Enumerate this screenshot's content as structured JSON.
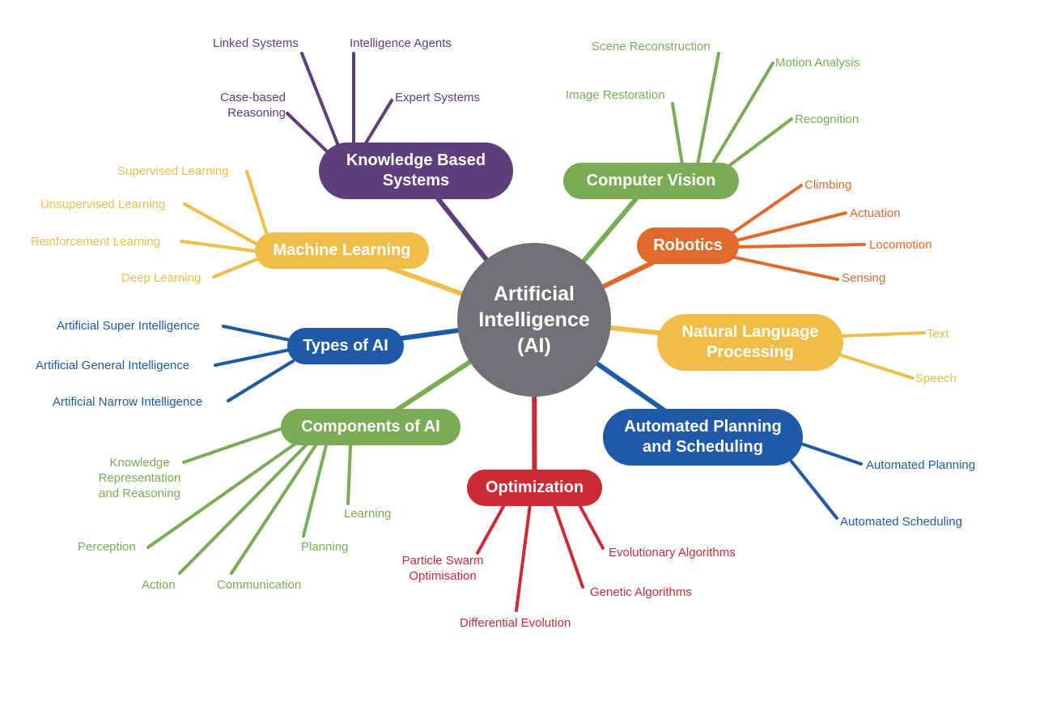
{
  "colors": {
    "center": "#707174",
    "kbs": "#5e3f7b",
    "vision": "#79ac55",
    "robotics": "#e06a2c",
    "nlp": "#f0bd49",
    "planning": "#1f5aa8",
    "optimization": "#cc2b36",
    "components": "#79ac55",
    "types": "#1f5aa8",
    "ml": "#f0bd49"
  },
  "center": {
    "title": "Artificial\nIntelligence\n(AI)"
  },
  "branches": {
    "kbs": {
      "title": "Knowledge Based\nSystems",
      "leaves": [
        "Linked Systems",
        "Intelligence Agents",
        "Case-based\nReasoning",
        "Expert Systems"
      ]
    },
    "vision": {
      "title": "Computer Vision",
      "leaves": [
        "Scene Reconstruction",
        "Motion Analysis",
        "Image Restoration",
        "Recognition"
      ]
    },
    "robotics": {
      "title": "Robotics",
      "leaves": [
        "Climbing",
        "Actuation",
        "Locomotion",
        "Sensing"
      ]
    },
    "nlp": {
      "title": "Natural Language\nProcessing",
      "leaves": [
        "Text",
        "Speech"
      ]
    },
    "planning": {
      "title": "Automated Planning\nand Scheduling",
      "leaves": [
        "Automated Planning",
        "Automated Scheduling"
      ]
    },
    "optimization": {
      "title": "Optimization",
      "leaves": [
        "Particle Swarm\nOptimisation",
        "Differential Evolution",
        "Genetic Algorithms",
        "Evolutionary Algorithms"
      ]
    },
    "components": {
      "title": "Components of AI",
      "leaves": [
        "Knowledge\nRepresentation\nand Reasoning",
        "Perception",
        "Action",
        "Communication",
        "Planning",
        "Learning"
      ]
    },
    "types": {
      "title": "Types of AI",
      "leaves": [
        "Artificial Super Intelligence",
        "Artificial General Intelligence",
        "Artificial Narrow Intelligence"
      ]
    },
    "ml": {
      "title": "Machine Learning",
      "leaves": [
        "Supervised Learning",
        "Unsupervised Learning",
        "Reinforcement Learning",
        "Deep Learning"
      ]
    }
  }
}
